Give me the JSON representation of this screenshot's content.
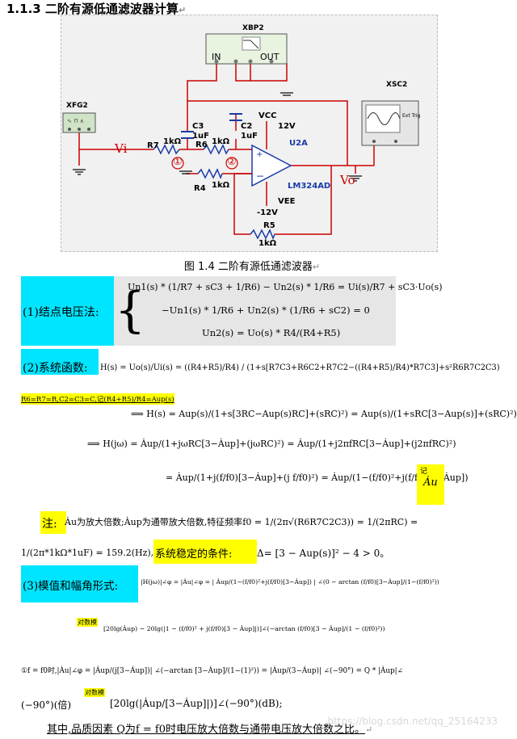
{
  "heading": "1.1.3 二阶有源低通滤波器计算",
  "schematic": {
    "xbp": "XBP2",
    "xbp_in": "IN",
    "xbp_out": "OUT",
    "xfg": "XFG2",
    "xsc": "XSC2",
    "xsc_ext": "Ext Trig",
    "vcc": "VCC",
    "vcc_v": "12V",
    "vee": "VEE",
    "vee_v": "-12V",
    "u2a": "U2A",
    "opamp": "LM324AD",
    "c3": "C3",
    "c3_v": "1uF",
    "c2": "C2",
    "c2_v": "1uF",
    "r7": "R7",
    "r7_v": "1kΩ",
    "r6": "R6",
    "r6_v": "1kΩ",
    "r4": "R4",
    "r4_v": "1kΩ",
    "r5": "R5",
    "r5_v": "1kΩ",
    "vi": "Vi",
    "vo": "Vo",
    "node1": "①",
    "node2": "②"
  },
  "caption": "图 1.4  二阶有源低通滤波器",
  "node_label": "(1)结点电压法:",
  "node_eq1": "Un1(s) * (1/R7 + sC3 + 1/R6) − Un2(s) * 1/R6 = Ui(s)/R7 + sC3·Uo(s)",
  "node_eq2": "−Un1(s) * 1/R6 + Un2(s) * (1/R6 + sC2) = 0",
  "node_eq3": "Un2(s) = Uo(s) * R4/(R4+R5)",
  "sys_label": "(2)系统函数:",
  "sys_eq": "H(s) = Uo(s)/Ui(s) = ((R4+R5)/R4) / (1+s[R7C3+R6C2+R7C2−((R4+R5)/R4)*R7C3]+s²R6R7C2C3)",
  "cond_label": "R6=R7=R,C2=C3=C,记(R4+R5)/R4=Aup(s)",
  "hs_eq": "⟹ H(s) = Aup(s)/(1+s[3RC−Aup(s)RC]+(sRC)²) = Aup(s)/(1+sRC[3−Aup(s)]+(sRC)²)",
  "hjw_eq": "⟹ H(jω) = Ȧup/(1+jωRC[3−Ȧup]+(jωRC)²) = Ȧup/(1+j2πfRC[3−Ȧup]+(j2πfRC)²)",
  "hjw_eq2": "= Ȧup/(1+j(f/f0)[3−Ȧup]+(j f/f0)²) = Ȧup/(1−(f/f0)²+j(f/f0)[3−Ȧup])",
  "ji": "记",
  "au": "Ȧu",
  "note_tag": "注:",
  "note_text": "Ȧu为放大倍数;Ȧup为通带放大倍数,特征频率f0 = 1/(2π√(R6R7C2C3)) = 1/(2πRC) =",
  "f0_value": "1/(2π*1kΩ*1uF) = 159.2(Hz),",
  "stab_tag": "系统稳定的条件:",
  "stab_text": "Δ= [3 − Aup(s)]² − 4 > 0。",
  "mag_label": "(3)模值和幅角形式:",
  "mag_eq": "|H(jω)|∠φ = |Ȧu|∠φ = | Ȧup/(1−(f/f0)²+j(f/f0)[3−Ȧup]) | ∠(0 − arctan (f/f0)[3−Ȧup]/(1−(f/f0)²))",
  "db_tag": "对数模",
  "db_eq": "[20lg(Ȧup) − 20lg(|1 − (f/f0)² + j(f/f0)[3 − Ȧup]|)]∠(−arctan (f/f0)[3 − Ȧup]/(1 − (f/f0)²))",
  "case1": "①f = f0时,|Ȧu|∠φ = |Ȧup/(j[3−Ȧup])| ∠(−arctan [3−Ȧup]/(1−(1)²)) = |Ȧup/(3−Ȧup)| ∠(−90°) = Q * |Ȧup|∠",
  "case1b_a": "(−90°)(倍)",
  "case1b_tag": "对数模",
  "case1b_b": "[20lg(|Ȧup/[3−Ȧup]|)]∠(−90°)(dB);",
  "last_line": "其中,品质因素 Q为f = f0时电压放大倍数与通带电压放大倍数之比。",
  "watermark": "https://blog.csdn.net/qq_25164233",
  "colors": {
    "cyan": "#00e5ff",
    "yellow": "#ffff00",
    "schematic_blue": "#1a3aa8"
  }
}
